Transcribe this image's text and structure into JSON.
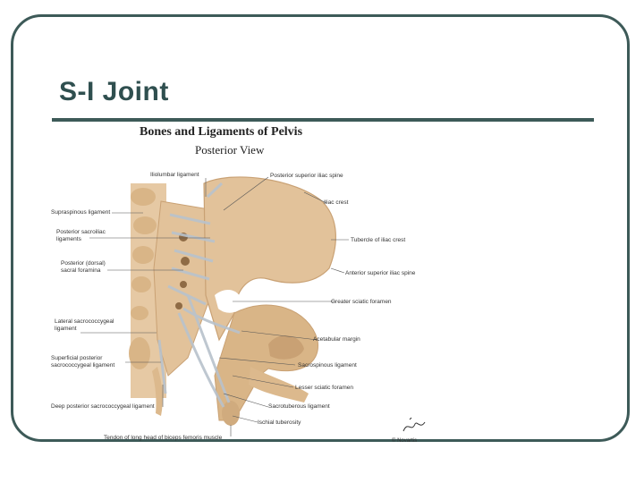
{
  "slide": {
    "title": "S-I Joint"
  },
  "figure": {
    "title": "Bones and Ligaments of Pelvis",
    "subtitle": "Posterior View",
    "copyright": "© Novartis",
    "labels": [
      {
        "id": "iliolumbar-ligament",
        "text": "Iliolumbar ligament"
      },
      {
        "id": "posterior-superior-iliac-spine",
        "text": "Posterior superior iliac spine"
      },
      {
        "id": "iliac-crest",
        "text": "Iliac crest"
      },
      {
        "id": "supraspinous-ligament",
        "text": "Supraspinous ligament"
      },
      {
        "id": "posterior-sacroiliac-ligaments",
        "text": "Posterior sacroiliac\nligaments"
      },
      {
        "id": "tuberculum-iliac-crest",
        "text": "Tubercle of iliac crest"
      },
      {
        "id": "posterior-sacral-foramina",
        "text": "Posterior (dorsal)\nsacral foramina"
      },
      {
        "id": "anterior-superior-iliac-spine",
        "text": "Anterior superior iliac spine"
      },
      {
        "id": "greater-sciatic-foramen",
        "text": "Greater sciatic foramen"
      },
      {
        "id": "lateral-sacrococcygeal-ligament",
        "text": "Lateral sacrococcygeal\nligament"
      },
      {
        "id": "acetabular-margin",
        "text": "Acetabular margin"
      },
      {
        "id": "superficial-posterior-sacrococcygeal-ligament",
        "text": "Superficial posterior\nsacrococcygeal ligament"
      },
      {
        "id": "sacrospinous-ligament",
        "text": "Sacrospinous ligament"
      },
      {
        "id": "lesser-sciatic-foramen",
        "text": "Lesser sciatic foramen"
      },
      {
        "id": "deep-posterior-sacrococcygeal-ligament",
        "text": "Deep posterior sacrococcygeal ligament"
      },
      {
        "id": "sacrotuberous-ligament",
        "text": "Sacrotuberous ligament"
      },
      {
        "id": "ischial-tuberosity",
        "text": "Ischial tuberosity"
      },
      {
        "id": "tendon-long-head-biceps",
        "text": "Tendon of long head of biceps femoris muscle"
      }
    ]
  },
  "colors": {
    "frame": "#3d5a58",
    "title": "#2f4f4f",
    "bone": "#e2c29a",
    "bone_shadow": "#c9a174",
    "ligament": "#b8c2cc"
  }
}
